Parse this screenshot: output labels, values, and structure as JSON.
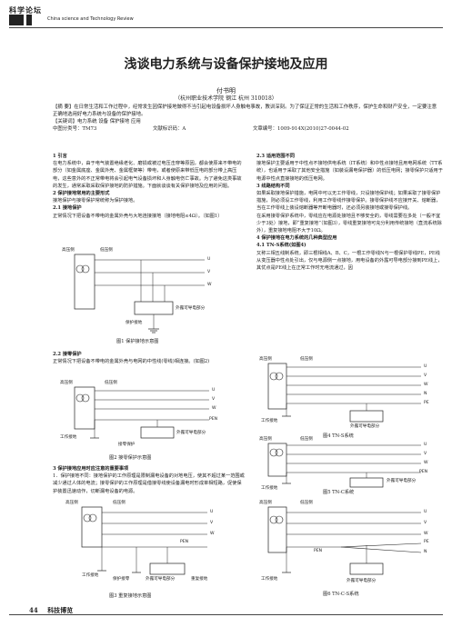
{
  "header": {
    "journal": "科学论坛",
    "subtitle": "China science and Technology Review"
  },
  "title": "浅谈电力系统与设备保护接地及应用",
  "author": "付书明",
  "affiliation": "（杭州职业技术学院  钢江  杭州  310018）",
  "abstract": "【摘  要】在日常生活和工作过程中，经常发生因保护接地做得不当引起电设备损坏人身触电事故，教训深刻。为了保证正常的生活和工作秩序，保护生命和财产安全，一定要注意正确地选用好电力系统与设备的保护接地。",
  "keywords": "【关键词】电力系统  设备  保护接地  应用",
  "classno": "中图分类号：TM73",
  "doccode": "文献标识码：A",
  "articleno": "文章编号：1009-914X(2010)27-0044-02",
  "left_col": [
    {
      "t": "1 引言",
      "h": true
    },
    {
      "t": "在电力系统中，由于电气装置绝缘老化、磨损或被过电压击穿等原因，都会使原来不带电的部分（如金属底座、金属外壳、金属框架等）带电，或者使原来带低压电的部分带上高压电，这些意外的不正常带电将会引起电气设备损坏和人身触电伤亡事故。为了避免这类事故的发生，通常采取采取保护接地的防护措施。下面就谈谈有关保护接地及应用的问题。"
    },
    {
      "t": "2 保护接地常用的主要形式",
      "h": true
    },
    {
      "t": "接地保护与接零保护常统称为保护接地。"
    },
    {
      "t": "2.1 接地保护",
      "h": true
    },
    {
      "t": "正常情况下把设备不带电的金属外壳与大地连接接地（接地电阻≤4Ω）。（如图1）"
    }
  ],
  "left_col2": [
    {
      "t": "2.2 接零保护",
      "h": true
    },
    {
      "t": "正常情况下把设备不带电的金属外壳与电网的中性线(零线)相连接。(如图2)"
    }
  ],
  "left_col3": [
    {
      "t": "3 保护接地应用时应注意的重要事项",
      "h": true
    },
    {
      "t": "1．保护接地不同：接地保护的工作原理是限制漏电设备的对地电压，使其不超过某一范围或减少通过人体的电流；接零保护的工作原理是借接零线使设备漏电时形成单相短路，促使保护装置迅速动作，切断漏电设备的电源。"
    }
  ],
  "right_col": [
    {
      "t": "2.3 适用范围不同",
      "h": true
    },
    {
      "t": "接地保护主要适用于中性点不接地供电系统（IT系统）和中性点接地且用电网系统（TT系统），也适用于采取了其他安全措施（如装设漏电保护器）的低压电网；接零保护只适用于电源中性点直接接地的低压电网。"
    },
    {
      "t": "3 线路结构不同",
      "h": true
    },
    {
      "t": "如果采取接地保护措施，电网中可以无工作零线，只设接地保护线；如果采取了接零保护措施，则必须设工作零线，利用工作零线作接零保护。接零保护线不应接开关、熔断器，当在工作零线上装设熔断器等开断电器时，还必须另装接地或接零保护线。"
    },
    {
      "t": "在采用接零保护系统中，零线应在电源处接地且不够安全的，零线需要在多处（一般不宜少于3处）接地，即“重复接地”（如图3），零线重复接地可充分利用传统接地（直流系统除外），重复接地电阻不大于10Ω。"
    },
    {
      "t": "4 保护接地在电力系统的几种典型应用",
      "h": true
    },
    {
      "t": "4.1 TN-S系统(如图4)",
      "h": true
    },
    {
      "t": "又称三相五线制系统，即三根相线A、B、C，一根工作零线N与一根保护零线PE，PE线从变压器中性点处引出，仅与电源侧一点接地，用电设备的外露可导电部分接到PE线上，其优点是PE线上在正常工作时无电流通过，因"
    }
  ],
  "figures": {
    "fig1": {
      "caption": "图1  保护接地示意图",
      "hv": "高压侧",
      "lv": "低压侧",
      "phases": [
        "U",
        "V",
        "W"
      ],
      "ground": "保护接地",
      "exposed": "外露可导电部分"
    },
    "fig2": {
      "caption": "图2  接零保护示意图",
      "hv": "高压侧",
      "lv": "低压侧",
      "phases": [
        "U",
        "V",
        "W",
        "PEN"
      ],
      "work": "工作接地",
      "zero": "接零保护",
      "exposed": "外露可导电部分"
    },
    "fig3": {
      "caption": "图3  重复接地示意图",
      "hv": "高压侧",
      "lv": "低压侧",
      "phases": [
        "U",
        "V",
        "W",
        "PEN"
      ],
      "work": "工作接地",
      "protect": "保护接零",
      "exposed": "外露可导电部分",
      "repeat": "重复接地"
    },
    "fig4": {
      "caption": "图4  TN-S系统",
      "hv": "高压侧",
      "lv": "低压侧",
      "phases": [
        "U",
        "V",
        "W",
        "N",
        "PE"
      ],
      "work": "工作接地",
      "exposed": "外露可导电部分"
    },
    "fig5": {
      "caption": "图5  TN-C系统",
      "hv": "高压侧",
      "lv": "低压侧",
      "phases": [
        "U",
        "V",
        "W",
        "PEN"
      ],
      "work": "工作接地",
      "exposed": "外露可导电部分"
    },
    "fig6": {
      "caption": "图6  TN-C-S系统",
      "hv": "高压侧",
      "lv": "低压侧",
      "phases": [
        "U",
        "V",
        "W",
        "PE",
        "N"
      ],
      "pen": "PEN",
      "work": "工作接地",
      "exposed": "外露可导电部分"
    }
  },
  "footer": {
    "page": "44",
    "section": "科技博览"
  }
}
